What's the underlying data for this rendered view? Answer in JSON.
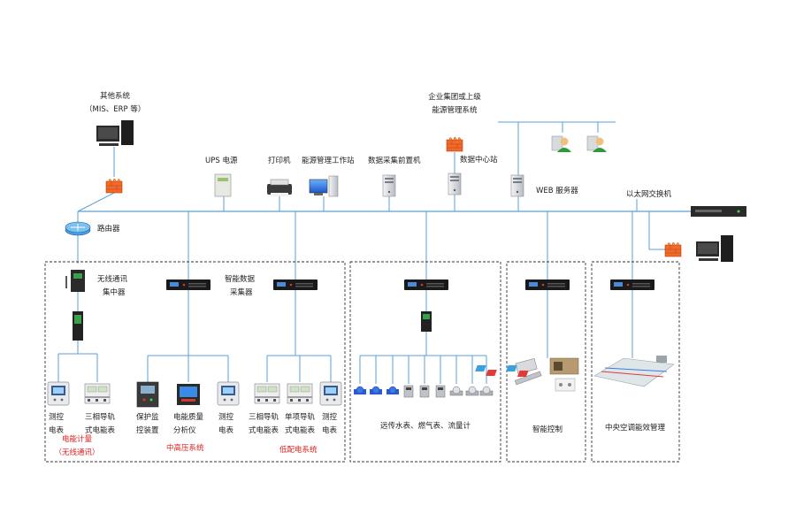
{
  "labels": {
    "other_systems": [
      "其他系统",
      "（MIS、ERP 等）"
    ],
    "enterprise_group": [
      "企业集团或上级",
      "能源管理系统"
    ],
    "ups": "UPS 电源",
    "printer": "打印机",
    "energy_workstation": "能源管理工作站",
    "data_acq_server": "数据采集前置机",
    "data_center": "数据中心站",
    "web_server": "WEB 服务器",
    "ethernet_switch": "以太网交换机",
    "router": "路由器",
    "wireless_concentrator": [
      "无线通讯",
      "集中器"
    ],
    "smart_acquirer": [
      "智能数据",
      "采集器"
    ]
  },
  "groups": {
    "g1": {
      "devices": [
        [
          "测控",
          "电表"
        ],
        [
          "三相导轨",
          "式电能表"
        ]
      ],
      "caption": [
        "电能计量",
        "（无线通讯）"
      ]
    },
    "g2": {
      "devices": [
        [
          "保护监",
          "控装置"
        ],
        [
          "电能质量",
          "分析仪"
        ],
        [
          "测控",
          "电表"
        ]
      ],
      "caption": "中高压系统"
    },
    "g3": {
      "devices": [
        [
          "三相导轨",
          "式电能表"
        ],
        [
          "单项导轨",
          "式电能表"
        ],
        [
          "测控",
          "电表"
        ]
      ],
      "caption": "低配电系统"
    },
    "g4": {
      "caption": "远传水表、燃气表、流量计"
    },
    "g5": {
      "caption": "智能控制"
    },
    "g6": {
      "caption": "中央空调能效管理"
    }
  },
  "colors": {
    "bus_line": "#5aa0d8",
    "dashed_border": "#333333",
    "firewall": "#f06a2a",
    "server": "#d6d8dc",
    "device": "#1c1c1c",
    "caption_red": "#e02020"
  }
}
